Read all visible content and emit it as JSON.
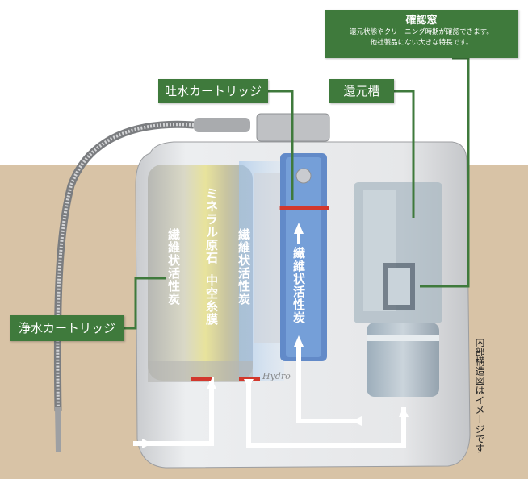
{
  "callouts": {
    "discharge_cartridge": "吐水カートリッジ",
    "reduction_tank": "還元槽",
    "purification_cartridge": "浄水カートリッジ",
    "window_title": "確認窓",
    "window_desc_line1": "還元状態やクリーニング時期が確認できます。",
    "window_desc_line2": "他社製品にない大きな特長です。"
  },
  "labels": {
    "mineral_stone": "ミネラル原石",
    "hollow_fiber": "中空糸膜",
    "fibrous_carbon_left": "繊維状活性炭",
    "fibrous_carbon_mid": "繊維状活性炭",
    "fibrous_carbon_tube": "繊維状活性炭",
    "image_note": "内部構造図はイメージです",
    "brand": "Hydro"
  },
  "colors": {
    "callout_bg": "#3f7a3c",
    "callout_line": "#3f7a3c",
    "flow_arrow": "#ffffff",
    "floor": "#d8c3a6",
    "device_body": "#e6e7e9"
  }
}
